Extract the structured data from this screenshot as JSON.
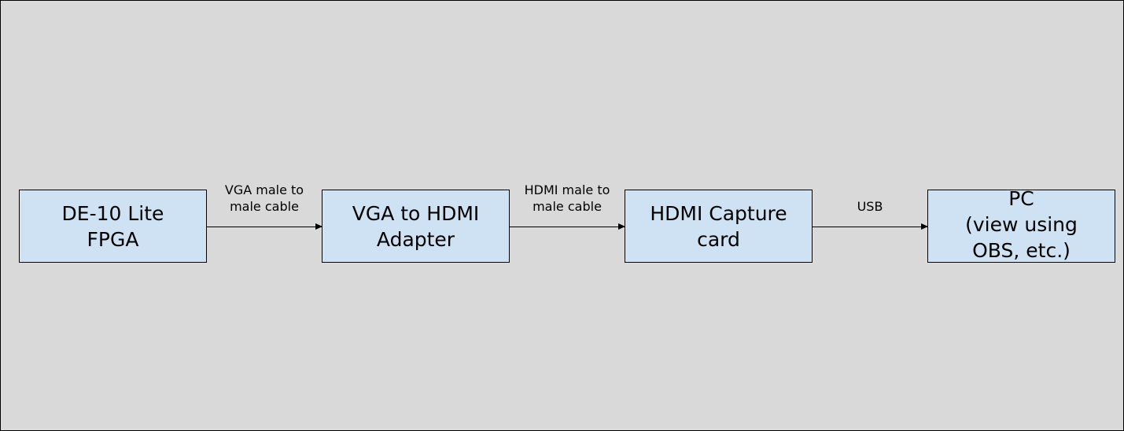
{
  "diagram": {
    "nodes": [
      {
        "id": "de10",
        "label": "DE-10 Lite\nFPGA"
      },
      {
        "id": "adapter",
        "label": "VGA to HDMI\nAdapter"
      },
      {
        "id": "capture",
        "label": "HDMI Capture\ncard"
      },
      {
        "id": "pc",
        "label": "PC\n(view using\nOBS, etc.)"
      }
    ],
    "edges": [
      {
        "from": "de10",
        "to": "adapter",
        "label": "VGA male to\nmale cable"
      },
      {
        "from": "adapter",
        "to": "capture",
        "label": "HDMI male to\nmale cable"
      },
      {
        "from": "capture",
        "to": "pc",
        "label": "USB"
      }
    ],
    "colors": {
      "background": "#d9d9d9",
      "node_fill": "#cfe2f3",
      "stroke": "#000000"
    }
  }
}
